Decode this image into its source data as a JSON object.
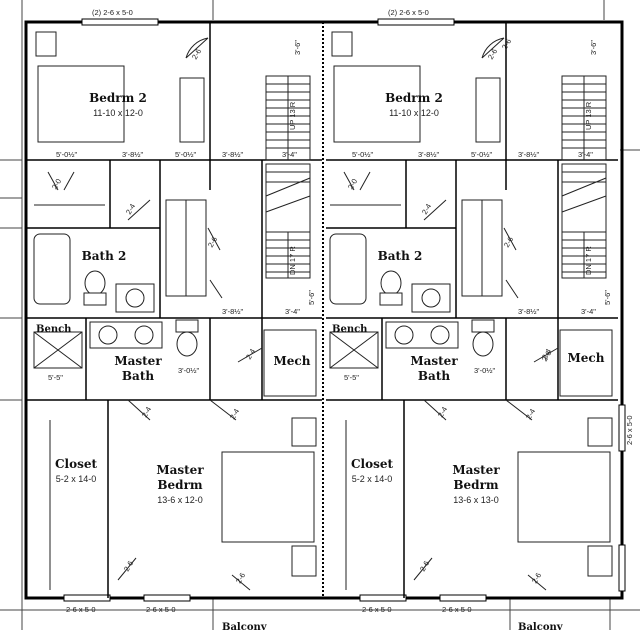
{
  "header_windows": [
    "(2) 2-6 x 5-0",
    "(2) 2-6 x 5-0"
  ],
  "footer_windows": [
    "2-6 x 5-0",
    "2-6 x 5-0",
    "2-6 x 5-0",
    "2-6 x 5-0"
  ],
  "side_window": "2-6 x 5-0",
  "footer_balcony": [
    "Balcony",
    "Balcony"
  ],
  "units": [
    {
      "bedroom2": {
        "name": "Bedrm 2",
        "size": "11-10 x 12-0"
      },
      "bath2": {
        "name": "Bath 2"
      },
      "master_bath": {
        "name_line1": "Master",
        "name_line2": "Bath"
      },
      "mech": {
        "name": "Mech"
      },
      "bench": "Bench",
      "closet": {
        "name": "Closet",
        "size": "5-2 x 14-0"
      },
      "master_bedroom": {
        "name_line1": "Master",
        "name_line2": "Bedrm",
        "size": "13-6 x 12-0"
      },
      "dims": {
        "a": "5'-0½\"",
        "b": "3'-8½\"",
        "c": "5'-0½\"",
        "d": "3'-8½\"",
        "e": "3'-4\"",
        "f": "3'-8½\"",
        "g": "3'-4\"",
        "h": "3'-0½\"",
        "i": "5'-5\"",
        "j": "3'-6\"",
        "k": "5'-6\""
      },
      "door_tags": [
        "2-6",
        "2-0",
        "2-4",
        "2-6",
        "2-4",
        "2-4",
        "2-4",
        "2-6",
        "2-6",
        "2-6",
        "2-6"
      ],
      "stair": {
        "up": "UP 13 R",
        "down": "DN 17 R"
      }
    },
    {
      "bedroom2": {
        "name": "Bedrm 2",
        "size": "11-10 x 12-0"
      },
      "bath2": {
        "name": "Bath 2"
      },
      "master_bath": {
        "name_line1": "Master",
        "name_line2": "Bath"
      },
      "mech": {
        "name": "Mech"
      },
      "bench": "Bench",
      "closet": {
        "name": "Closet",
        "size": "5-2 x 14-0"
      },
      "master_bedroom": {
        "name_line1": "Master",
        "name_line2": "Bedrm",
        "size": "13-6 x 13-0"
      },
      "dims": {
        "a": "5'-0½\"",
        "b": "3'-8½\"",
        "c": "5'-0½\"",
        "d": "3'-8½\"",
        "e": "3'-4\"",
        "f": "3'-8½\"",
        "g": "3'-4\"",
        "h": "3'-0½\"",
        "i": "5'-5\"",
        "j": "3'-6\"",
        "k": "5'-6\""
      },
      "door_tags": [
        "2-6",
        "2-0",
        "2-4",
        "2-6",
        "2-4",
        "2-4",
        "2-4",
        "2-6",
        "2-6",
        "2-6",
        "2-6"
      ],
      "stair": {
        "up": "UP 13 R",
        "down": "DN 17 R"
      }
    }
  ]
}
